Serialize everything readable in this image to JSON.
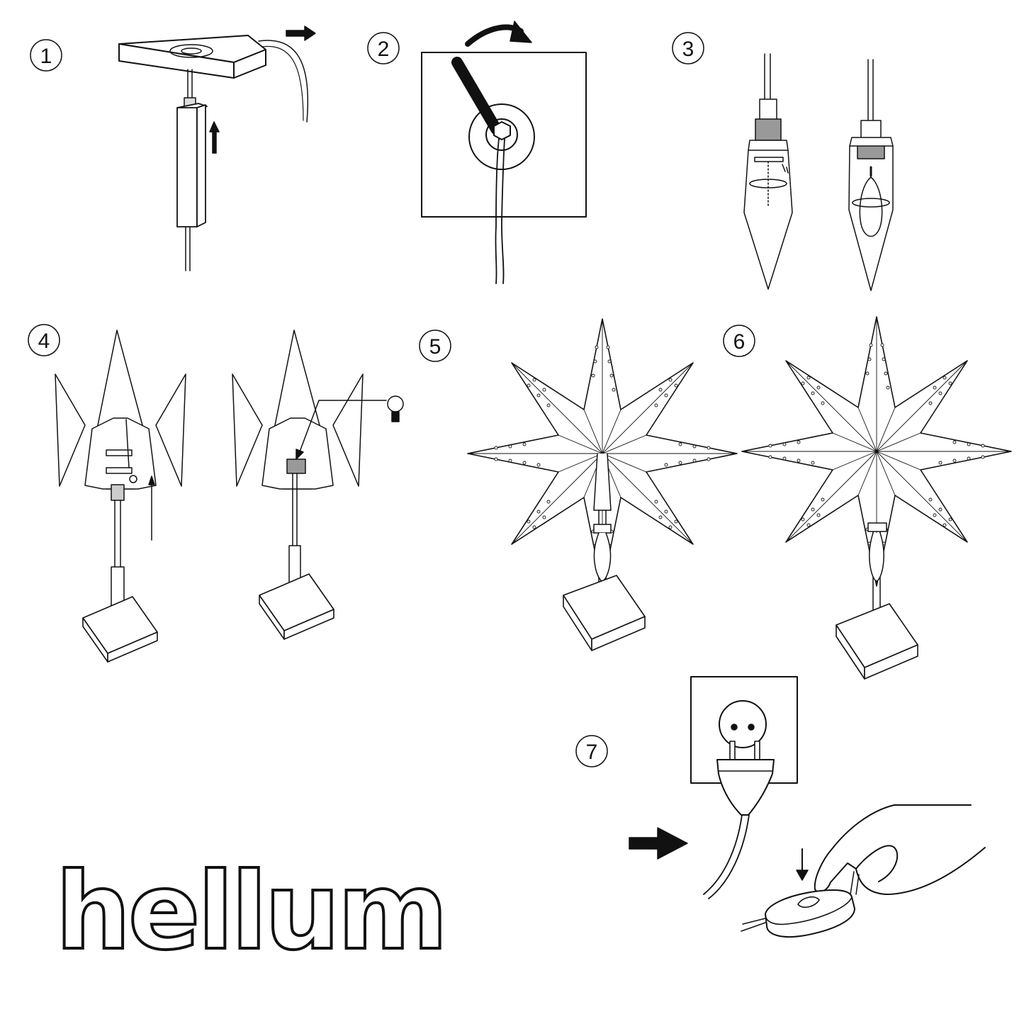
{
  "steps": [
    {
      "number": "1"
    },
    {
      "number": "2"
    },
    {
      "number": "3"
    },
    {
      "number": "4"
    },
    {
      "number": "5"
    },
    {
      "number": "6"
    },
    {
      "number": "7"
    }
  ],
  "brand": {
    "logo_text": "hellum"
  },
  "colors": {
    "ink": "#111111",
    "paper": "#ffffff"
  },
  "icons": [
    "up-arrow-icon",
    "right-arrow-icon",
    "rotate-arrow-icon",
    "light-bulb-icon",
    "down-arrow-icon",
    "hand-icon",
    "power-plug-icon",
    "wall-socket-icon",
    "cord-switch-icon"
  ]
}
